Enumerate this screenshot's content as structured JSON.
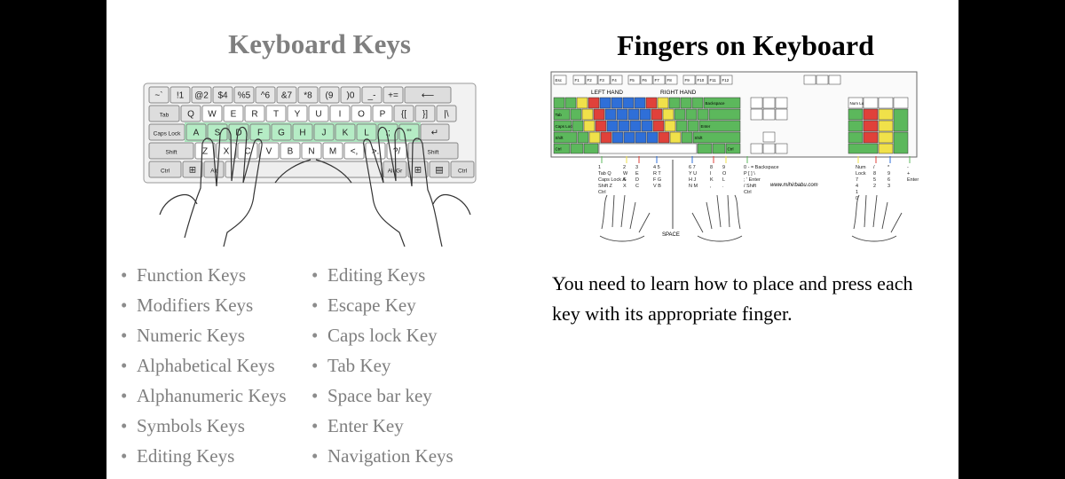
{
  "left": {
    "title": "Keyboard Keys",
    "keyboard_rows": [
      [
        "~`",
        "!1",
        "@2",
        "$4",
        "%5",
        "^6",
        "&7",
        "*8",
        "(9",
        ")0",
        "_-",
        "+="
      ],
      [
        "Q",
        "W",
        "E",
        "R",
        "T",
        "Y",
        "U",
        "I",
        "O",
        "P",
        "{[",
        "}]",
        "|\\"
      ],
      [
        "A",
        "S",
        "D",
        "F",
        "G",
        "H",
        "J",
        "K",
        "L",
        ":;",
        "\"'"
      ],
      [
        "Z",
        "X",
        "C",
        "V",
        "B",
        "N",
        "M",
        "<,",
        ">.",
        "?/"
      ]
    ],
    "key_labels": {
      "tab": "Tab",
      "caps": "Caps Lock",
      "shift_left": "Shift",
      "shift_right": "Shift",
      "ctrl_left": "Ctrl",
      "ctrl_right": "Ctrl",
      "altgr": "Alt Gr"
    },
    "bullets_col1": [
      "Function Keys",
      "Modifiers Keys",
      "Numeric Keys",
      "Alphabetical Keys",
      "Alphanumeric Keys",
      "Symbols Keys",
      "Editing Keys"
    ],
    "bullets_col2": [
      "Editing Keys",
      "Escape Key",
      "Caps lock Key",
      "Tab Key",
      "Space bar key",
      "Enter Key",
      "Navigation Keys"
    ]
  },
  "right": {
    "title": "Fingers on Keyboard",
    "diagram_labels": {
      "left_hand": "LEFT HAND",
      "right_hand": "RIGHT HAND",
      "space": "SPACE",
      "website": "www.mihirbabu.com",
      "esc": "Esc",
      "f_keys_1": [
        "F1",
        "F2",
        "F3",
        "F4"
      ],
      "f_keys_2": [
        "F5",
        "F6",
        "F7",
        "F8"
      ],
      "f_keys_3": [
        "F9",
        "F10",
        "F11",
        "F12"
      ],
      "backspace": "Backspace",
      "tab": "Tab",
      "caps": "Caps Lock",
      "shift": "Shift",
      "ctrl": "Ctrl",
      "enter": "Enter",
      "num_lock": "Num Lock"
    },
    "finger_columns": [
      [
        "1",
        "Tab Q",
        "Caps Lock A",
        "Shift Z",
        "Ctrl"
      ],
      [
        "2",
        "W",
        "S",
        "X"
      ],
      [
        "3",
        "E",
        "D",
        "C"
      ],
      [
        "4 5",
        "R T",
        "F G",
        "V B"
      ],
      [
        "6 7",
        "Y U",
        "H J",
        "N M"
      ],
      [
        "8",
        "I",
        "K",
        ","
      ],
      [
        "9",
        "O",
        "L",
        "."
      ],
      [
        "0 - = Backspace",
        "P [ ] \\",
        "; ' Enter",
        "/ Shift",
        "Ctrl"
      ]
    ],
    "numpad_columns": [
      [
        "Num",
        "Lock",
        "7",
        "4",
        "1",
        "0"
      ],
      [
        "/",
        "8",
        "5",
        "2"
      ],
      [
        "*",
        "9",
        "6",
        "3"
      ],
      [
        "-",
        "+",
        "Enter"
      ]
    ],
    "body": "You need to learn how to place and press each key with its appropriate finger."
  },
  "colors": {
    "finger_green": "#5cb85c",
    "finger_yellow": "#f0e14a",
    "finger_red": "#e0413a",
    "finger_blue": "#2f6fd8",
    "home_row_highlight": "#8fe0a8",
    "muted_text": "#7f7f7f"
  }
}
